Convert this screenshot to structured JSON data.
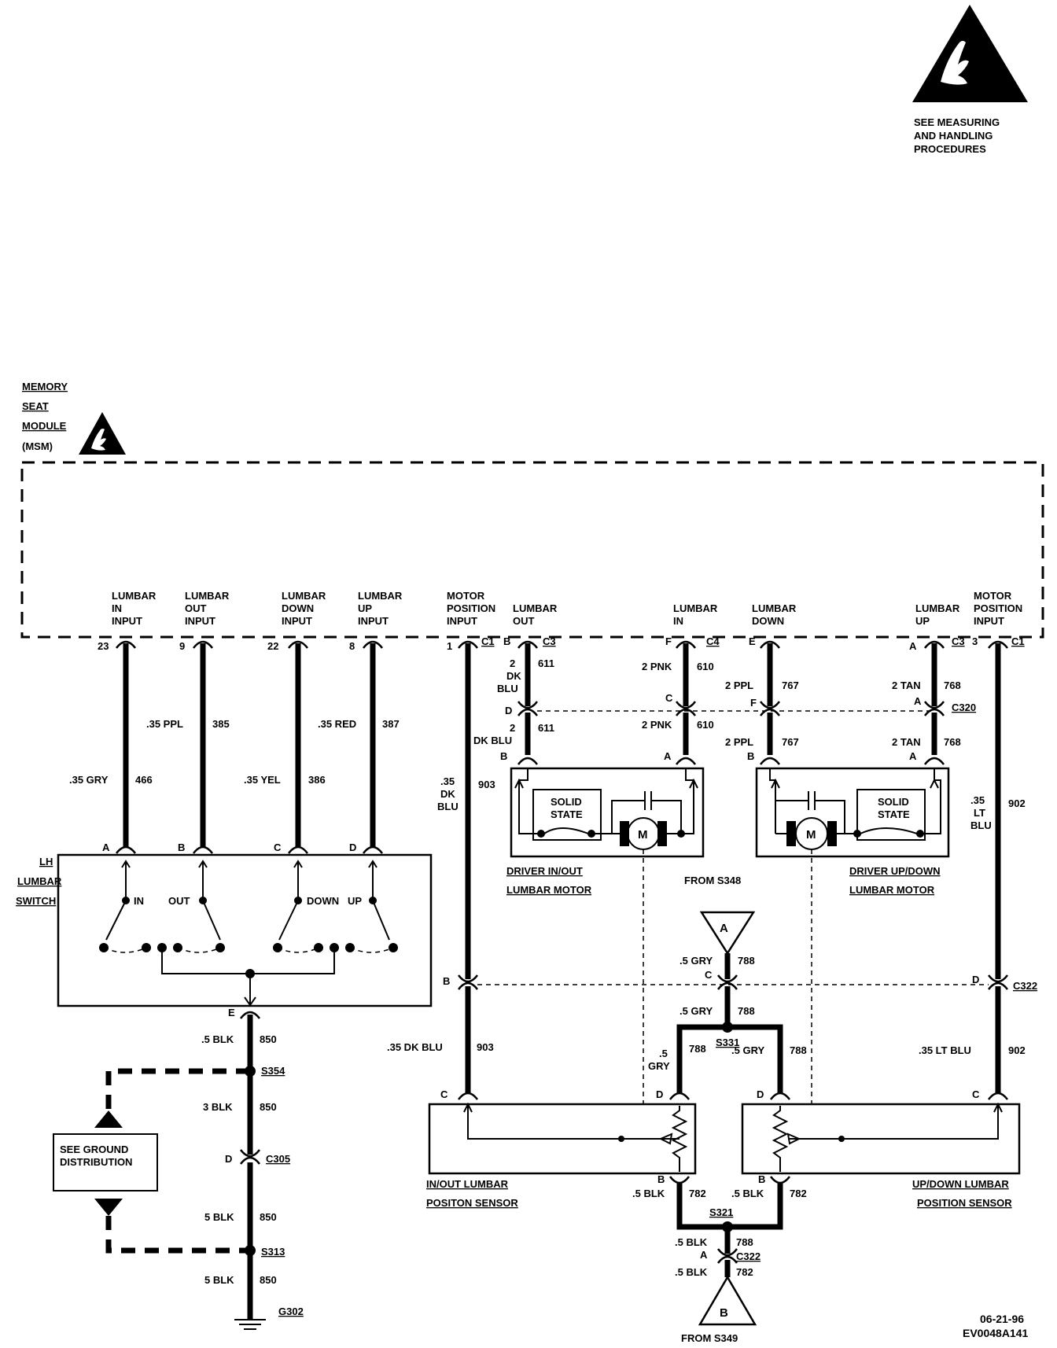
{
  "esd_notice": {
    "icon": "esd-warning-hand-icon",
    "lines": [
      "SEE MEASURING",
      "AND HANDLING",
      "PROCEDURES"
    ]
  },
  "module": {
    "name_lines": [
      "MEMORY",
      "SEAT",
      "MODULE",
      "(MSM)"
    ],
    "inputs": [
      {
        "lines": [
          "LUMBAR",
          "IN",
          "INPUT"
        ],
        "pin": "23"
      },
      {
        "lines": [
          "LUMBAR",
          "OUT",
          "INPUT"
        ],
        "pin": "9"
      },
      {
        "lines": [
          "LUMBAR",
          "DOWN",
          "INPUT"
        ],
        "pin": "22"
      },
      {
        "lines": [
          "LUMBAR",
          "UP",
          "INPUT"
        ],
        "pin": "8"
      },
      {
        "lines": [
          "MOTOR",
          "POSITION",
          "INPUT"
        ],
        "pin": "1",
        "conn": "C1"
      },
      {
        "lines": [
          "LUMBAR",
          "OUT"
        ],
        "pin": "B",
        "conn": "C3"
      },
      {
        "lines": [
          "LUMBAR",
          "IN"
        ],
        "pin": "F",
        "conn": "C4"
      },
      {
        "lines": [
          "LUMBAR",
          "DOWN"
        ],
        "pin": "E"
      },
      {
        "lines": [
          "LUMBAR",
          "UP"
        ],
        "pin": "A",
        "conn": "C3"
      },
      {
        "lines": [
          "MOTOR",
          "POSITION",
          "INPUT"
        ],
        "pin": "3",
        "conn": "C1"
      }
    ]
  },
  "wires": {
    "w466": {
      "gauge": ".35 GRY",
      "circuit": "466"
    },
    "w385": {
      "gauge": ".35 PPL",
      "circuit": "385"
    },
    "w386": {
      "gauge": ".35 YEL",
      "circuit": "386"
    },
    "w387": {
      "gauge": ".35 RED",
      "circuit": "387"
    },
    "w903a": {
      "gauge_lines": [
        ".35",
        "DK",
        "BLU"
      ],
      "circuit": "903"
    },
    "w903b": {
      "gauge": ".35 DK BLU",
      "circuit": "903"
    },
    "w611a": {
      "gauge_lines": [
        "2",
        "DK",
        "BLU"
      ],
      "circuit": "611"
    },
    "w611b": {
      "gauge_lines": [
        "2",
        "DK BLU"
      ],
      "circuit": "611"
    },
    "w610": {
      "gauge": "2 PNK",
      "circuit": "610"
    },
    "w767": {
      "gauge": "2 PPL",
      "circuit": "767"
    },
    "w768": {
      "gauge": "2 TAN",
      "circuit": "768"
    },
    "w902a": {
      "gauge_lines": [
        ".35",
        "LT",
        "BLU"
      ],
      "circuit": "902"
    },
    "w902b": {
      "gauge": ".35 LT BLU",
      "circuit": "902"
    },
    "w850a": {
      "gauge": ".5 BLK",
      "circuit": "850"
    },
    "w850b": {
      "gauge": "3 BLK",
      "circuit": "850"
    },
    "w850c": {
      "gauge": "5 BLK",
      "circuit": "850"
    },
    "w850d": {
      "gauge": "5 BLK",
      "circuit": "850"
    },
    "w788a": {
      "gauge": ".5 GRY",
      "circuit": "788"
    },
    "w788b": {
      "gauge": ".5 GRY",
      "circuit": "788"
    },
    "w788c": {
      "gauge_lines": [
        ".5",
        "GRY"
      ],
      "circuit": "788"
    },
    "w788d": {
      "gauge": ".5 GRY",
      "circuit": "788"
    },
    "w782a": {
      "gauge": ".5 BLK",
      "circuit": "782"
    },
    "w782b": {
      "gauge": ".5 BLK",
      "circuit": "782"
    },
    "w788e": {
      "gauge": ".5 BLK",
      "circuit": "788"
    },
    "w782c": {
      "gauge": ".5 BLK",
      "circuit": "782"
    }
  },
  "connectors": {
    "c320": "C320",
    "c322": "C322",
    "c305": "C305",
    "pin_a": "A",
    "pin_b": "B",
    "pin_c": "C",
    "pin_d": "D",
    "pin_e": "E",
    "pin_f": "F"
  },
  "splices": {
    "s354": "S354",
    "s313": "S313",
    "s331": "S331",
    "s321": "S321"
  },
  "ground": {
    "name": "G302",
    "box_lines": [
      "SEE GROUND",
      "DISTRIBUTION"
    ]
  },
  "switch": {
    "name_lines": [
      "LH",
      "LUMBAR",
      "SWITCH"
    ],
    "contacts": [
      "IN",
      "OUT",
      "DOWN",
      "UP"
    ]
  },
  "motors": {
    "inout": {
      "name_lines": [
        "DRIVER IN/OUT",
        "LUMBAR MOTOR"
      ],
      "ss_lines": [
        "SOLID",
        "STATE"
      ],
      "m": "M"
    },
    "updown": {
      "name_lines": [
        "DRIVER UP/DOWN",
        "LUMBAR MOTOR"
      ],
      "ss_lines": [
        "SOLID",
        "STATE"
      ],
      "m": "M"
    }
  },
  "sensors": {
    "inout": [
      "IN/OUT LUMBAR",
      "POSITON SENSOR"
    ],
    "updown": [
      "UP/DOWN LUMBAR",
      "POSITION SENSOR"
    ]
  },
  "refs": {
    "a": {
      "letter": "A",
      "from": "FROM S348"
    },
    "b": {
      "letter": "B",
      "from": "FROM S349"
    }
  },
  "footer": {
    "date": "06-21-96",
    "code": "EV0048A141"
  }
}
